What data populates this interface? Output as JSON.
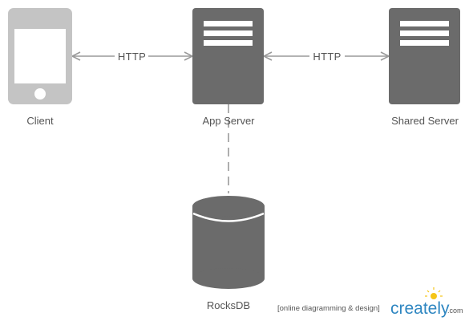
{
  "nodes": {
    "client": {
      "label": "Client",
      "icon": "mobile-phone-icon"
    },
    "app_server": {
      "label": "App Server",
      "icon": "server-icon"
    },
    "shared_server": {
      "label": "Shared Server",
      "icon": "server-icon"
    },
    "rocksdb": {
      "label": "RocksDB",
      "icon": "database-cylinder-icon"
    }
  },
  "edges": {
    "client_app": {
      "label": "HTTP",
      "style": "solid",
      "arrows": "both"
    },
    "app_shared": {
      "label": "HTTP",
      "style": "solid",
      "arrows": "both"
    },
    "app_db": {
      "label": "",
      "style": "dashed",
      "arrows": "none"
    }
  },
  "watermark": {
    "tagline": "[online diagramming & design]",
    "brand_main": "creately",
    "brand_suffix": ".com"
  },
  "colors": {
    "phone": "#c4c4c4",
    "server": "#6b6b6b",
    "database": "#6b6b6b",
    "edge": "#9a9a9a",
    "text": "#555555",
    "brand": "#2e86c1",
    "bulb": "#f5c518"
  }
}
